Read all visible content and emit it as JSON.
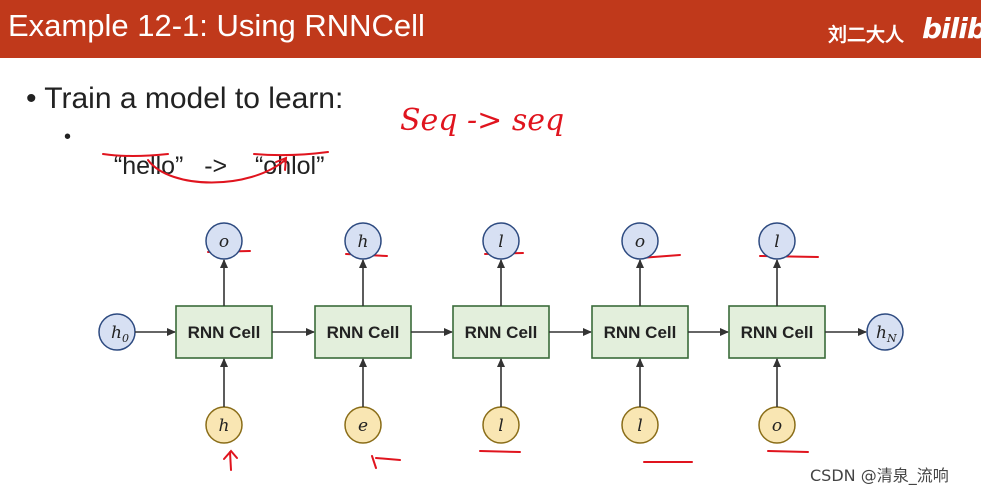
{
  "header": {
    "title": "Example 12-1: Using RNNCell",
    "brand": "刘二大人",
    "logo": "bilibili"
  },
  "bullets": {
    "main": "• Train a model to learn:",
    "sub_word": "“hello”",
    "sub_arrow": "->",
    "sub_target": "“ohlol”"
  },
  "handwriting": {
    "note": "Seq -> seq"
  },
  "diagram": {
    "cell_label": "RNN Cell",
    "inputs": [
      "h",
      "e",
      "l",
      "l",
      "o"
    ],
    "outputs": [
      "o",
      "h",
      "l",
      "o",
      "l"
    ],
    "h0": "h",
    "h0_sub": "0",
    "hN": "h",
    "hN_sub": "N"
  },
  "watermark": "CSDN @清泉_流响",
  "colors": {
    "header_bg": "#c0391b",
    "cell_fill": "#e3efdc",
    "cell_stroke": "#3a6b3a",
    "input_fill": "#f9e6b3",
    "input_stroke": "#8a6d18",
    "output_fill": "#d7e0f3",
    "output_stroke": "#2d4a80",
    "annotation": "#e0141e"
  }
}
